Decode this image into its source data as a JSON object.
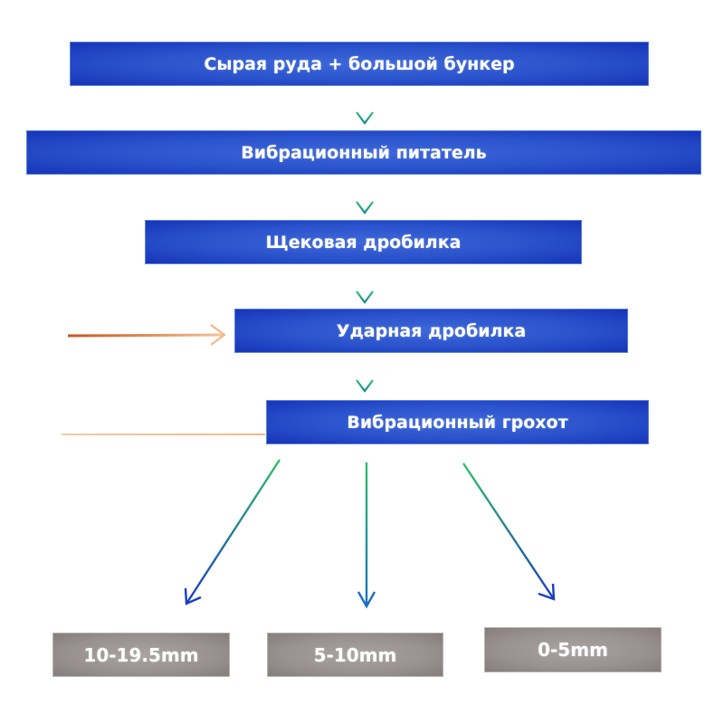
{
  "flowchart": {
    "steps": [
      {
        "label": "Сырая руда + большой бункер"
      },
      {
        "label": "Вибрационный питатель"
      },
      {
        "label": "Щековая дробилка"
      },
      {
        "label": "Ударная дробилка"
      },
      {
        "label": "Вибрационный грохот"
      }
    ],
    "outputs": [
      {
        "label": "10-19.5mm"
      },
      {
        "label": "5-10mm"
      },
      {
        "label": "0-5mm"
      }
    ],
    "colors": {
      "step_box": "#2a52cc",
      "output_box": "#98918f",
      "flow_arrow_start": "#2fbf6a",
      "flow_arrow_end": "#1a3fc4",
      "feedback_loop": "#d9782e"
    }
  }
}
